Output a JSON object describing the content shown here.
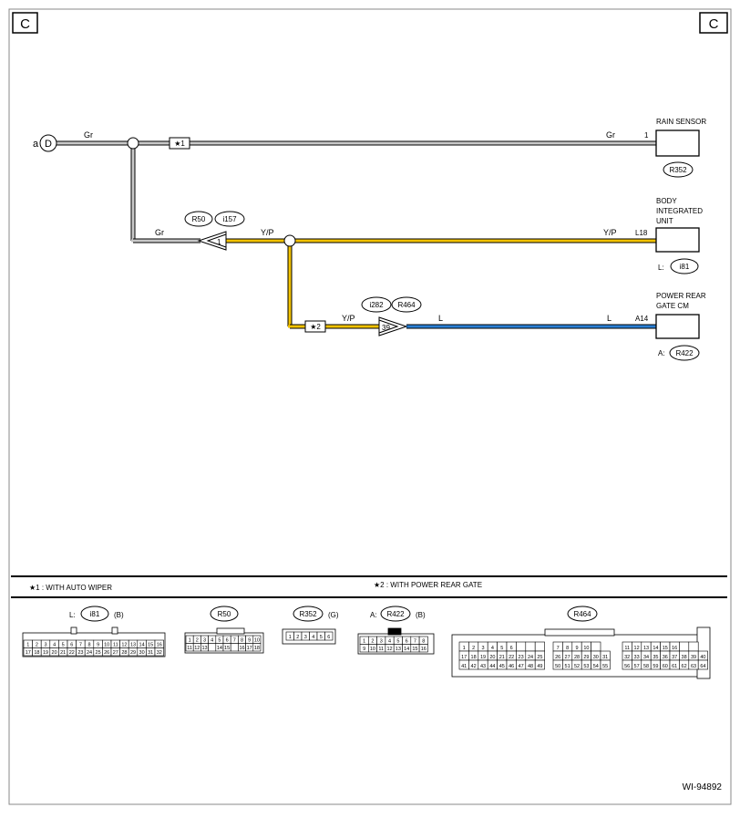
{
  "corner_left": "C",
  "corner_right": "C",
  "start": {
    "label": "a",
    "letter": "D",
    "wire": "Gr"
  },
  "star1_box": "★1",
  "star2_box": "★2",
  "rain_sensor": {
    "name": "RAIN SENSOR",
    "wire": "Gr",
    "pin": "1",
    "connector": "R352"
  },
  "body_unit": {
    "name_lines": [
      "BODY",
      "INTEGRATED",
      "UNIT"
    ],
    "wire": "Y/P",
    "pin": "L18",
    "prefix": "L:",
    "connector": "i81"
  },
  "power_rear": {
    "name_lines": [
      "POWER REAR",
      "GATE CM"
    ],
    "wire": "L",
    "pin": "A14",
    "prefix": "A:",
    "connector": "R422"
  },
  "joint1": {
    "refs": [
      "R50",
      "i157"
    ],
    "pin": "1",
    "wire_left": "Gr",
    "wire_right": "Y/P"
  },
  "joint2": {
    "refs": [
      "i282",
      "R464"
    ],
    "pin": "39",
    "wire_left": "Y/P",
    "wire_right": "L"
  },
  "notes": {
    "star1": "★1  : WITH AUTO WIPER",
    "star2": "★2  : WITH POWER REAR GATE"
  },
  "connectors": {
    "i81": {
      "prefix": "L:",
      "name": "i81",
      "color": "(B)"
    },
    "R50": {
      "name": "R50"
    },
    "R352": {
      "name": "R352",
      "color": "(G)"
    },
    "R422": {
      "prefix": "A:",
      "name": "R422",
      "color": "(B)"
    },
    "R464": {
      "name": "R464"
    }
  },
  "code": "WI-94892",
  "colors": {
    "gray_wire": "#c8c8c8",
    "yellow_wire": "#f2c200",
    "blue_wire": "#2a7fd4",
    "line": "#000000"
  }
}
